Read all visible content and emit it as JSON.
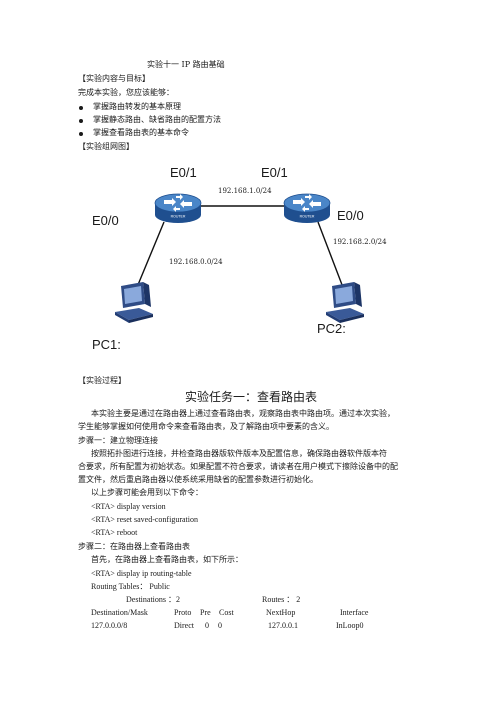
{
  "doc": {
    "title": "实验十一   IP 路由基础",
    "section_goal": "【实验内容与目标】",
    "intro": "完成本实验，您应该能够：",
    "bullets": [
      "掌握路由转发的基本原理",
      "掌握静态路由、缺省路由的配置方法",
      "掌握查看路由表的基本命令"
    ],
    "section_topo": "【实验组网图】",
    "section_process": "【实验过程】",
    "task_title": "实验任务一：查看路由表",
    "task_desc_1": "本实验主要是通过在路由器上通过查看路由表，观察路由表中路由项。通过本次实验，",
    "task_desc_2": "学生能够掌握如何使用命令来查看路由表，及了解路由项中要素的含义。",
    "step1_title": "步骤一：建立物理连接",
    "step1_p1": "按照拓扑图进行连接，并检查路由器版软件版本及配置信息，确保路由器软件版本符",
    "step1_p2": "合要求，所有配置为初始状态。如果配置不符合要求，请读者在用户模式下擦除设备中的配",
    "step1_p3": "置文件，然后重启路由器以使系统采用缺省的配置参数进行初始化。",
    "step1_note": "以上步骤可能会用到以下命令：",
    "cmds": [
      "<RTA> display   version",
      "<RTA> reset    saved-configuration",
      "<RTA> reboot"
    ],
    "step2_title": "步骤二：在路由器上查看路由表",
    "step2_p1": "首先，在路由器上查看路由表，如下所示：",
    "rt_cmd": "<RTA> display    ip    routing-table",
    "rt_tables": "Routing    Tables：   Public",
    "rt_dest": "Destinations  ：2",
    "rt_routes": "Routes  ：  2",
    "rt_headers": {
      "dest": "Destination/Mask",
      "proto": "Proto",
      "pre": "Pre",
      "cost": "Cost",
      "nexthop": "NextHop",
      "iface": "Interface"
    },
    "rt_row": {
      "dest": "127.0.0.0/8",
      "proto": "Direct",
      "pre": "0",
      "cost": "0",
      "nexthop": "127.0.0.1",
      "iface": "InLoop0"
    }
  },
  "diagram": {
    "rta_left_port": "E0/0",
    "rta_top_port": "E0/1",
    "rtb_top_port": "E0/1",
    "rtb_right_port": "E0/0",
    "net_mid": "192.168.1.0/24",
    "net_left": "192.168.0.0/24",
    "net_right": "192.168.2.0/24",
    "pc1": "PC1:",
    "pc2": "PC2:",
    "router_text_a": "ROUTER",
    "router_text_b": "ROUTER",
    "colors": {
      "router_top": "#4a86c8",
      "router_side": "#1f4f8f",
      "pc_body": "#3a5a98",
      "link": "#111111"
    }
  }
}
